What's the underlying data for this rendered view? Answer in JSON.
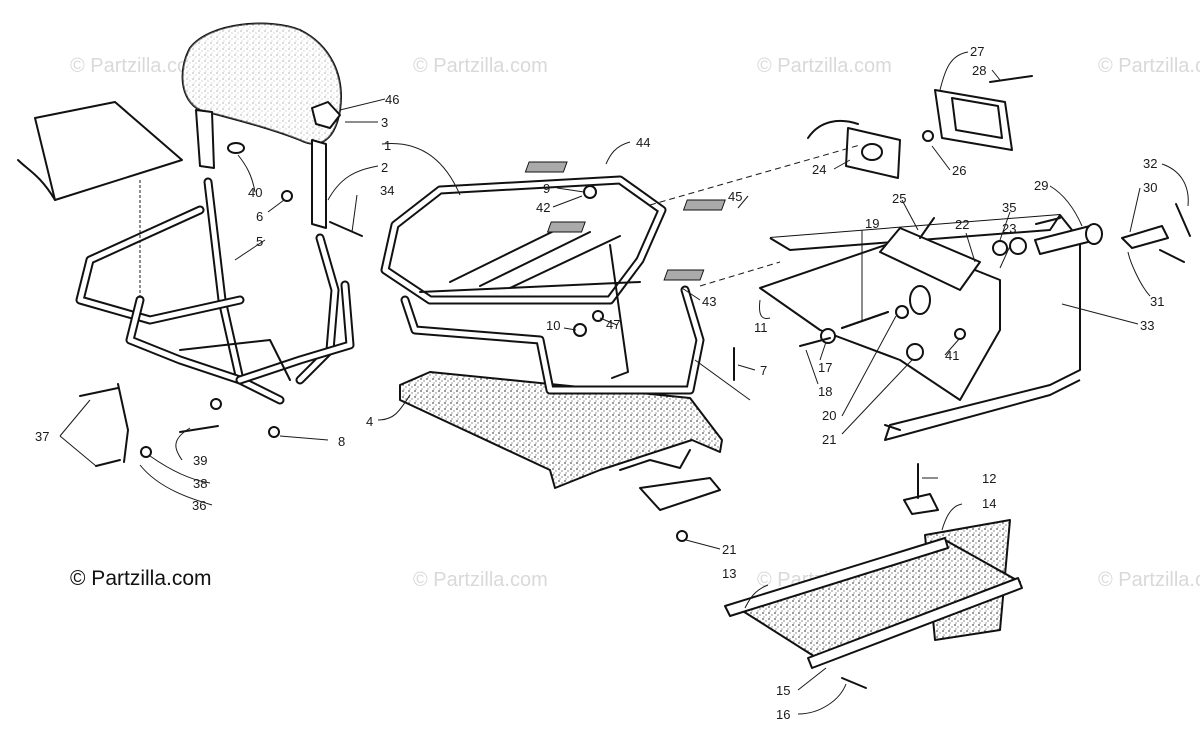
{
  "watermark": "© Partzilla.com",
  "credit": "© Partzilla.com",
  "callouts": [
    {
      "id": "c1",
      "text": "1"
    },
    {
      "id": "c2",
      "text": "2"
    },
    {
      "id": "c3",
      "text": "3"
    },
    {
      "id": "c4",
      "text": "4"
    },
    {
      "id": "c5",
      "text": "5"
    },
    {
      "id": "c6",
      "text": "6"
    },
    {
      "id": "c7",
      "text": "7"
    },
    {
      "id": "c8",
      "text": "8"
    },
    {
      "id": "c9",
      "text": "9"
    },
    {
      "id": "c10",
      "text": "10"
    },
    {
      "id": "c11",
      "text": "11"
    },
    {
      "id": "c12",
      "text": "12"
    },
    {
      "id": "c13",
      "text": "13"
    },
    {
      "id": "c14",
      "text": "14"
    },
    {
      "id": "c15",
      "text": "15"
    },
    {
      "id": "c16",
      "text": "16"
    },
    {
      "id": "c17",
      "text": "17"
    },
    {
      "id": "c18",
      "text": "18"
    },
    {
      "id": "c19",
      "text": "19"
    },
    {
      "id": "c20",
      "text": "20"
    },
    {
      "id": "c21a",
      "text": "21"
    },
    {
      "id": "c21b",
      "text": "21"
    },
    {
      "id": "c22",
      "text": "22"
    },
    {
      "id": "c23",
      "text": "23"
    },
    {
      "id": "c24",
      "text": "24"
    },
    {
      "id": "c25",
      "text": "25"
    },
    {
      "id": "c26",
      "text": "26"
    },
    {
      "id": "c27",
      "text": "27"
    },
    {
      "id": "c28",
      "text": "28"
    },
    {
      "id": "c29",
      "text": "29"
    },
    {
      "id": "c30",
      "text": "30"
    },
    {
      "id": "c31",
      "text": "31"
    },
    {
      "id": "c32",
      "text": "32"
    },
    {
      "id": "c33",
      "text": "33"
    },
    {
      "id": "c34",
      "text": "34"
    },
    {
      "id": "c35",
      "text": "35"
    },
    {
      "id": "c36",
      "text": "36"
    },
    {
      "id": "c37",
      "text": "37"
    },
    {
      "id": "c38",
      "text": "38"
    },
    {
      "id": "c39",
      "text": "39"
    },
    {
      "id": "c40",
      "text": "40"
    },
    {
      "id": "c41",
      "text": "41"
    },
    {
      "id": "c42",
      "text": "42"
    },
    {
      "id": "c43",
      "text": "43"
    },
    {
      "id": "c44",
      "text": "44"
    },
    {
      "id": "c45",
      "text": "45"
    },
    {
      "id": "c46",
      "text": "46"
    },
    {
      "id": "c47",
      "text": "47"
    }
  ]
}
